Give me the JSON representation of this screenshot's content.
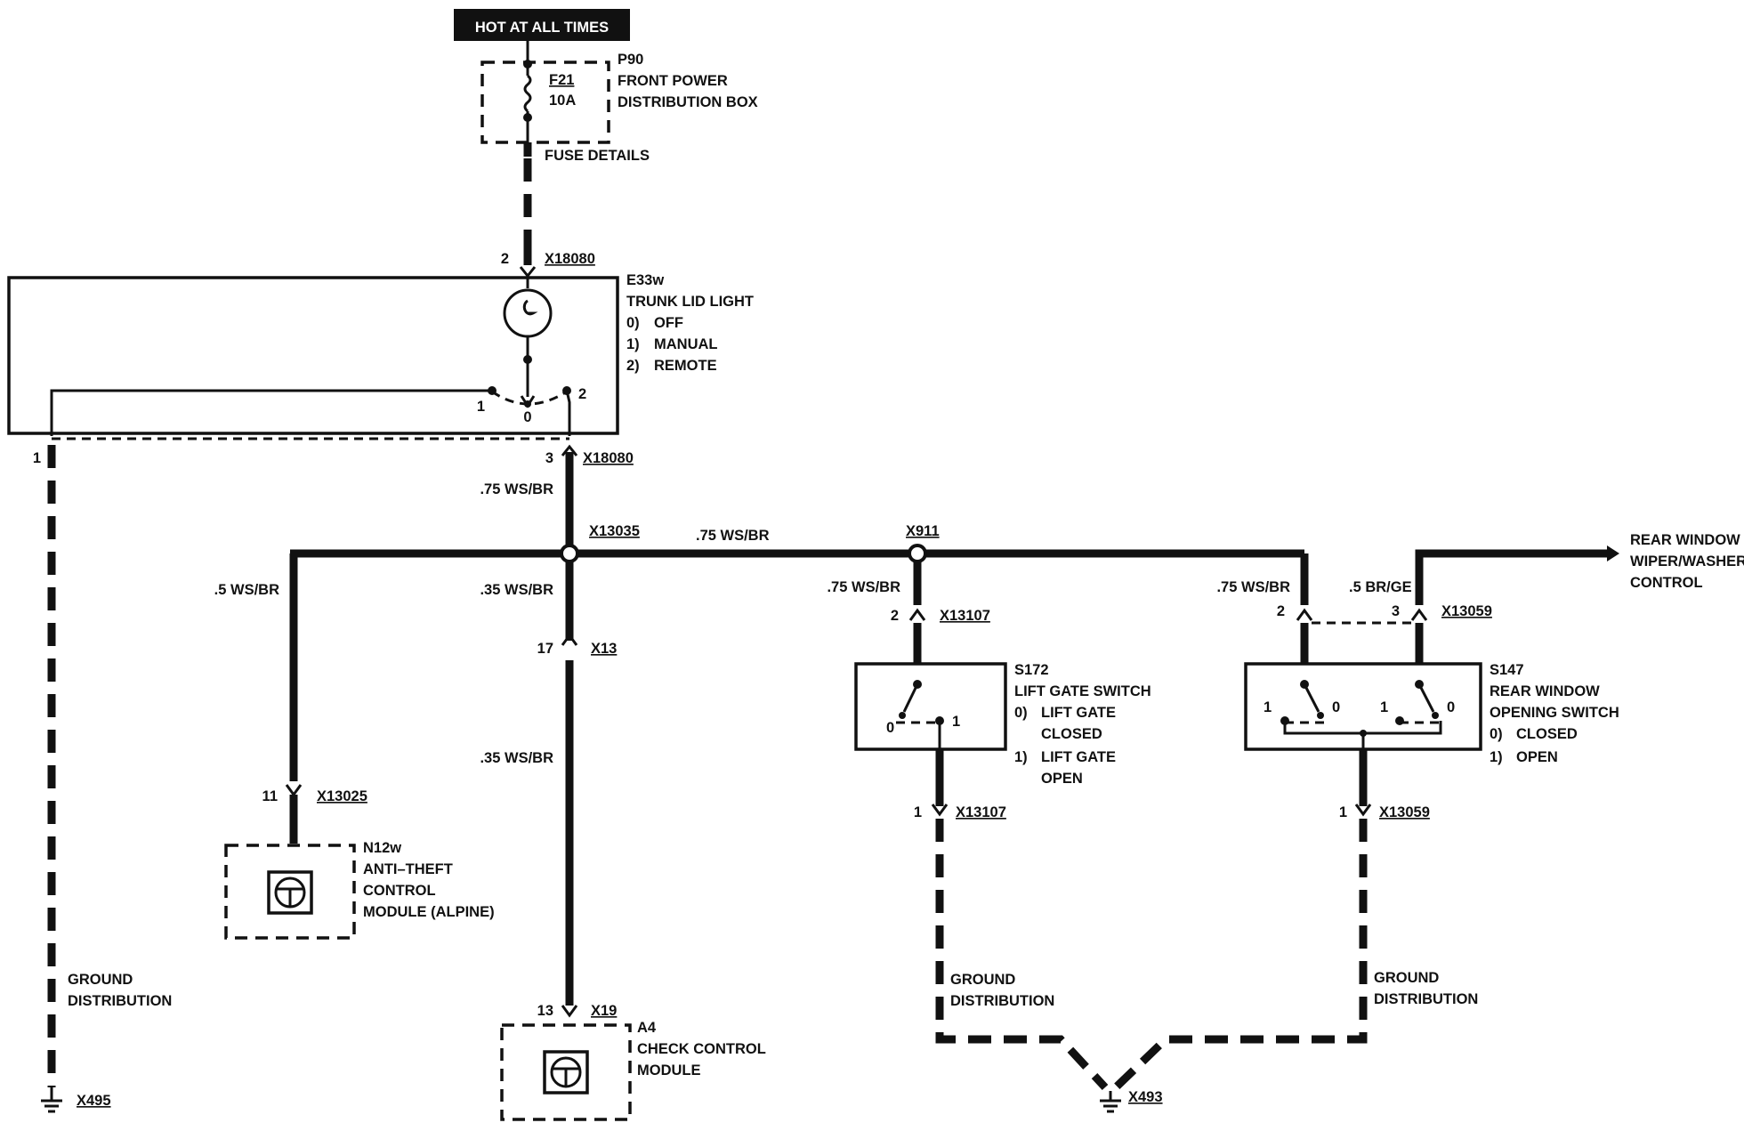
{
  "header": {
    "supply": "HOT AT ALL TIMES"
  },
  "fuse_box": {
    "id": "P90",
    "name_1": "FRONT POWER",
    "name_2": "DISTRIBUTION BOX",
    "fuse": "F21",
    "rating": "10A",
    "details": "FUSE DETAILS"
  },
  "trunk_light": {
    "connector_top": "X18080",
    "pin_top": "2",
    "id": "E33w",
    "name": "TRUNK LID LIGHT",
    "pos0_num": "0)",
    "pos0": "OFF",
    "pos1_num": "1)",
    "pos1": "MANUAL",
    "pos2_num": "2)",
    "pos2": "REMOTE",
    "sw_1": "1",
    "sw_0": "0",
    "sw_2": "2",
    "pin_gnd": "1",
    "pin_out": "3",
    "connector_bottom": "X18080"
  },
  "wires": {
    "w1": ".75 WS/BR",
    "splice1": "X13035",
    "w2": ".75 WS/BR",
    "splice2": "X911",
    "w_left": ".5 WS/BR",
    "w_mid": ".35 WS/BR",
    "w_mid2": ".35 WS/BR",
    "w_s172": ".75 WS/BR",
    "w_s147": ".75 WS/BR",
    "w_s147b": ".5 BR/GE"
  },
  "x13": {
    "pin": "17",
    "connector": "X13"
  },
  "anti_theft": {
    "pin": "11",
    "connector": "X13025",
    "id": "N12w",
    "line1": "ANTI–THEFT",
    "line2": "CONTROL",
    "line3": "MODULE (ALPINE)"
  },
  "check_control": {
    "pin": "13",
    "connector": "X19",
    "id": "A4",
    "line1": "CHECK CONTROL",
    "line2": "MODULE"
  },
  "lift_gate": {
    "pin_top": "2",
    "connector_top": "X13107",
    "id": "S172",
    "name": "LIFT GATE SWITCH",
    "p0_num": "0)",
    "p0a": "LIFT GATE",
    "p0b": "CLOSED",
    "p1_num": "1)",
    "p1a": "LIFT GATE",
    "p1b": "OPEN",
    "sw_0": "0",
    "sw_1": "1",
    "pin_bottom": "1",
    "connector_bottom": "X13107"
  },
  "rear_window": {
    "pin_a": "2",
    "pin_b": "3",
    "connector_top": "X13059",
    "id": "S147",
    "name_1": "REAR WINDOW",
    "name_2": "OPENING SWITCH",
    "p0_num": "0)",
    "p0": "CLOSED",
    "p1_num": "1)",
    "p1": "OPEN",
    "sw_a1": "1",
    "sw_a0": "0",
    "sw_b1": "1",
    "sw_b0": "0",
    "pin_bottom": "1",
    "connector_bottom": "X13059"
  },
  "rear_wiper": {
    "line1": "REAR WINDOW",
    "line2": "WIPER/WASHER",
    "line3": "CONTROL"
  },
  "grounds": {
    "left_1": "GROUND",
    "left_2": "DISTRIBUTION",
    "left_point": "X495",
    "mid_1": "GROUND",
    "mid_2": "DISTRIBUTION",
    "right_1": "GROUND",
    "right_2": "DISTRIBUTION",
    "center_point": "X493"
  }
}
